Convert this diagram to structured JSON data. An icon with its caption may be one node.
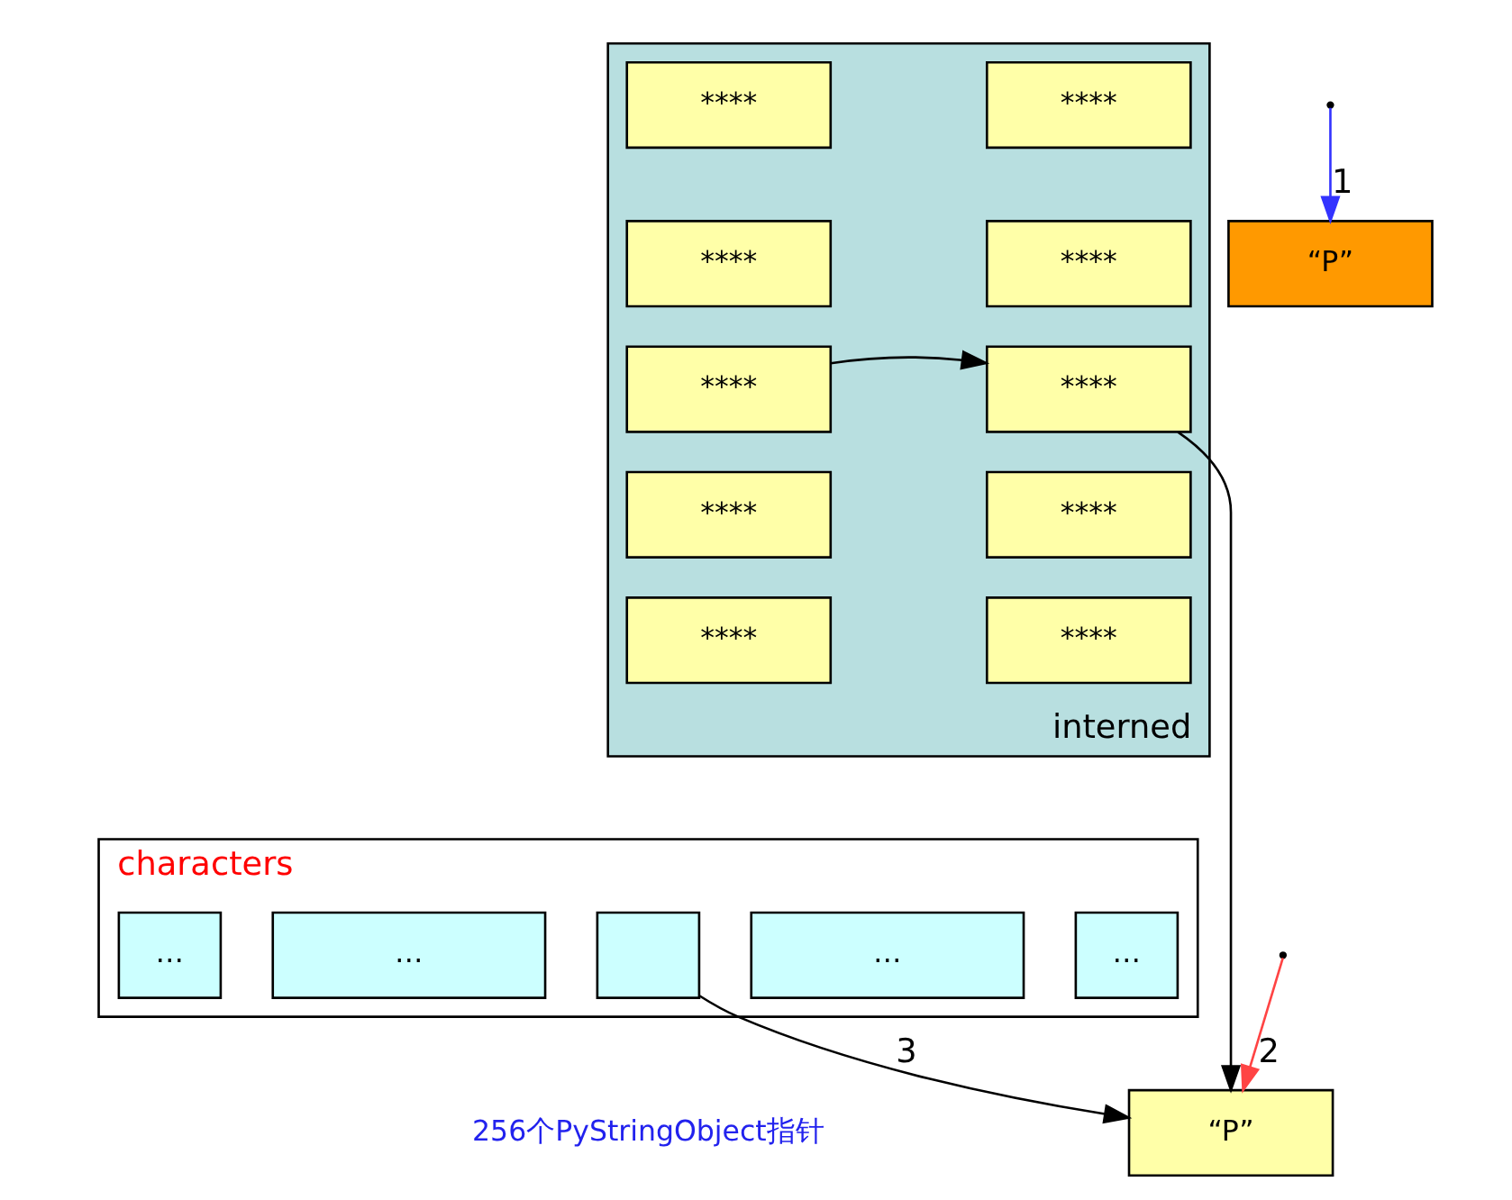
{
  "diagram": {
    "nodes": [
      {
        "text": [
          "interned"
        ]
      },
      {
        "text": [
          "****"
        ],
        "in": 0
      },
      {
        "text": [
          "****"
        ],
        "in": 0
      },
      {
        "text": [
          "****"
        ],
        "in": 0
      },
      {
        "text": [
          "****"
        ],
        "in": 0
      },
      {
        "text": [
          "****"
        ],
        "in": 0
      },
      {
        "text": [
          "****"
        ],
        "in": 0
      },
      {
        "text": [
          "****"
        ],
        "in": 0
      },
      {
        "text": [
          "****"
        ],
        "in": 0
      },
      {
        "text": [
          "****"
        ],
        "in": 0
      },
      {
        "text": [
          "****"
        ],
        "in": 0
      },
      {
        "text": [
          "“P”"
        ]
      },
      {
        "text": [
          "“P”"
        ]
      },
      {
        "text": [
          "characters"
        ],
        "beside": [
          "256个PyStringObject指针"
        ]
      },
      {
        "text": [
          "…"
        ],
        "in": 13
      },
      {
        "text": [
          "…"
        ],
        "in": 13
      },
      {
        "text": [],
        "shape": "box",
        "in": 13
      },
      {
        "text": [
          "…"
        ],
        "in": 13
      },
      {
        "text": [
          "…"
        ],
        "in": 13
      }
    ],
    "edges": [
      {
        "from": null,
        "to": 11,
        "arrow": "to",
        "label": "1",
        "color": "#3333ff"
      },
      {
        "from": null,
        "to": 12,
        "arrow": "to",
        "label": "2",
        "color": "#ff4444"
      },
      {
        "from": 3,
        "to": 8,
        "arrow": "to"
      },
      {
        "from": 8,
        "to": 12,
        "arrow": "to"
      },
      {
        "from": 16,
        "to": 12,
        "arrow": "to",
        "label": "3"
      }
    ]
  }
}
